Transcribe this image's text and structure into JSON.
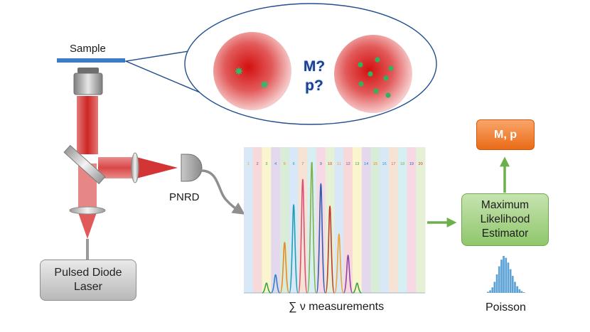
{
  "labels": {
    "sample": "Sample",
    "pnrd": "PNRD",
    "laser": "Pulsed Diode Laser",
    "measurements": "∑ ν measurements",
    "poisson": "Poisson",
    "estimator": "Maximum Likelihood Estimator",
    "result": "M, p",
    "question_m": "M?",
    "question_p": "p?"
  },
  "spectrum": {
    "channels": [
      "1",
      "2",
      "3",
      "4",
      "5",
      "6",
      "7",
      "8",
      "9",
      "10",
      "11",
      "12",
      "13",
      "14",
      "15",
      "16",
      "17",
      "18",
      "19",
      "20"
    ],
    "band_colors": [
      "#d9e8f7",
      "#f7d9d9",
      "#faf4cf",
      "#e3d8ee",
      "#d8ecd8",
      "#d9e8f7",
      "#f7e3d3",
      "#d7eef2",
      "#f7d9e6",
      "#e6f0d6",
      "#d9e8f7",
      "#f7d9d9",
      "#faf4cf",
      "#e3d8ee",
      "#d8ecd8",
      "#d9e8f7",
      "#f7e3d3",
      "#d7eef2",
      "#f7d9e6",
      "#e6f0d6"
    ],
    "peak_colors": [
      "#f0a431",
      "#8e44ad",
      "#3aa63a",
      "#2a85c9",
      "#e8892a",
      "#1f9fb5",
      "#d94f7b",
      "#7fb24a",
      "#2d5fb0",
      "#c0392b",
      "#f0a431",
      "#8e44ad",
      "#3aa63a",
      "#2a85c9",
      "#e8892a",
      "#1f9fb5",
      "#d94f7b",
      "#7fb24a",
      "#2d5fb0",
      "#c0392b"
    ],
    "peak_heights": [
      0.07,
      0.13,
      0.36,
      0.63,
      0.81,
      0.93,
      0.78,
      0.62,
      0.42,
      0.27,
      0.07
    ]
  },
  "poisson_bars": [
    0.03,
    0.07,
    0.15,
    0.3,
    0.5,
    0.72,
    0.9,
    1.0,
    0.95,
    0.82,
    0.64,
    0.46,
    0.3,
    0.18,
    0.1,
    0.05,
    0.02
  ]
}
